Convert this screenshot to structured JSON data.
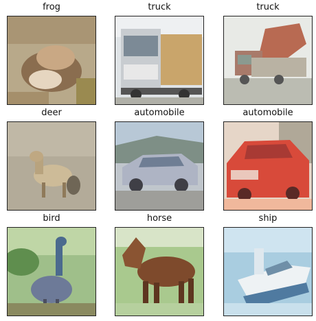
{
  "grid": [
    {
      "label": "frog"
    },
    {
      "label": "truck"
    },
    {
      "label": "truck"
    },
    {
      "label": "deer"
    },
    {
      "label": "automobile"
    },
    {
      "label": "automobile"
    },
    {
      "label": "bird"
    },
    {
      "label": "horse"
    },
    {
      "label": "ship"
    }
  ]
}
